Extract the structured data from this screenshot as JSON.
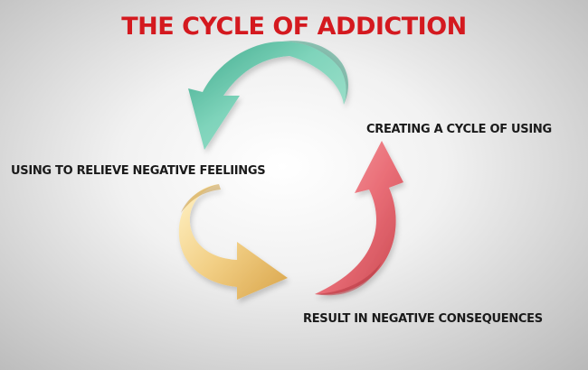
{
  "title": "THE CYCLE OF ADDICTION",
  "stages": [
    {
      "label": "CREATING A CYCLE OF USING",
      "arrow_color": "#6fcab0"
    },
    {
      "label": "USING TO RELIEVE NEGATIVE FEELIINGS",
      "arrow_color": "#f2cf85"
    },
    {
      "label": "RESULT IN NEGATIVE CONSEQUENCES",
      "arrow_color": "#ef7f87"
    }
  ],
  "colors": {
    "title": "#d4191f",
    "label": "#1a1a1a"
  }
}
